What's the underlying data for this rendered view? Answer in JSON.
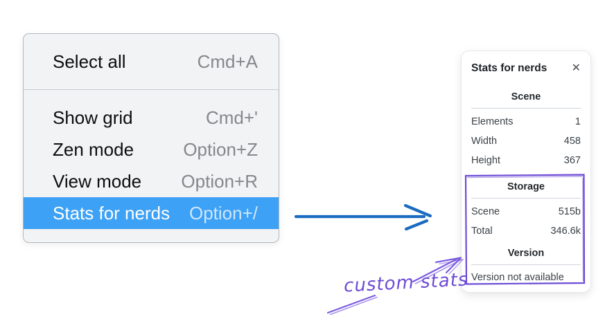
{
  "context_menu": {
    "sections": [
      {
        "items": [
          {
            "label": "Select all",
            "shortcut": "Cmd+A",
            "highlighted": false
          }
        ]
      },
      {
        "items": [
          {
            "label": "Show grid",
            "shortcut": "Cmd+'",
            "highlighted": false
          },
          {
            "label": "Zen mode",
            "shortcut": "Option+Z",
            "highlighted": false
          },
          {
            "label": "View mode",
            "shortcut": "Option+R",
            "highlighted": false
          },
          {
            "label": "Stats for nerds",
            "shortcut": "Option+/",
            "highlighted": true
          }
        ]
      }
    ],
    "highlight_color": "#3da1f5"
  },
  "stats_panel": {
    "title": "Stats for nerds",
    "close_icon": "✕",
    "sections": [
      {
        "heading": "Scene",
        "rows": [
          [
            "Elements",
            "1"
          ],
          [
            "Width",
            "458"
          ],
          [
            "Height",
            "367"
          ]
        ]
      },
      {
        "heading": "Storage",
        "rows": [
          [
            "Scene",
            "515b"
          ],
          [
            "Total",
            "346.6k"
          ]
        ]
      },
      {
        "heading": "Version",
        "rows": [],
        "note": "Version not available"
      }
    ]
  },
  "annotation": {
    "label": "custom stats",
    "color": "#6d4bd5"
  },
  "pointer_arrow_color": "#1c6bc0"
}
